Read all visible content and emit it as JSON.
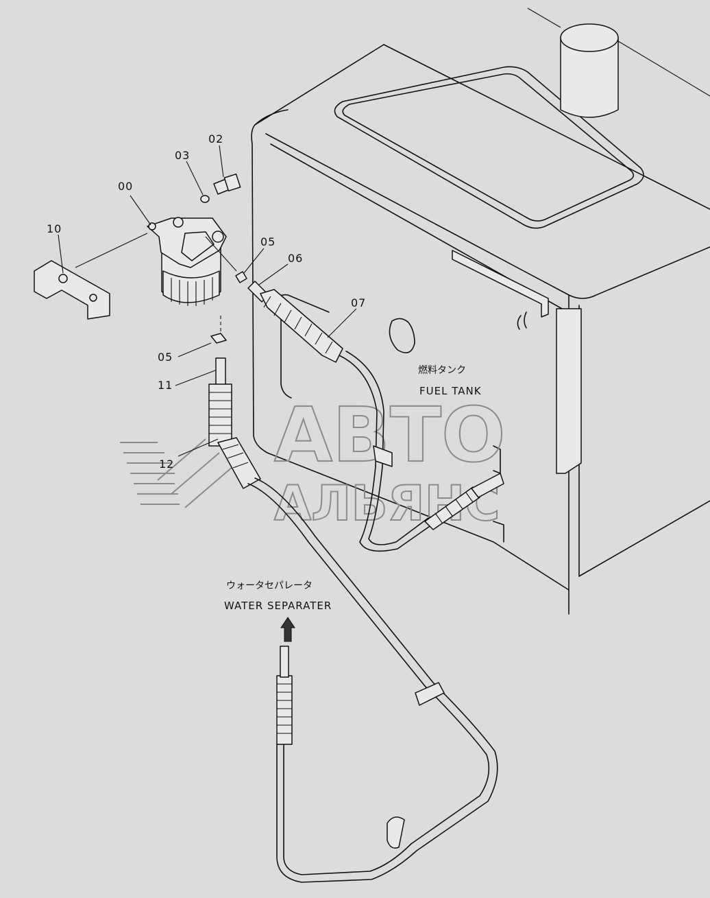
{
  "callouts": [
    {
      "id": "00",
      "text": "00"
    },
    {
      "id": "02",
      "text": "02"
    },
    {
      "id": "03",
      "text": "03"
    },
    {
      "id": "05a",
      "text": "05"
    },
    {
      "id": "05b",
      "text": "05"
    },
    {
      "id": "06",
      "text": "06"
    },
    {
      "id": "07",
      "text": "07"
    },
    {
      "id": "10",
      "text": "10"
    },
    {
      "id": "11",
      "text": "11"
    },
    {
      "id": "12",
      "text": "12"
    }
  ],
  "fuel_tank": {
    "label_jp": "燃料タンク",
    "label_en": "FUEL TANK"
  },
  "water_separator": {
    "label_jp": "ウォータセパレータ",
    "label_en": "WATER SEPARATER"
  },
  "watermark": {
    "line1": "АВТО",
    "line2": "АЛЬЯНС"
  },
  "colors": {
    "background": "#dcdcdc",
    "ink": "#111111",
    "watermark": "#8a8a8a"
  }
}
